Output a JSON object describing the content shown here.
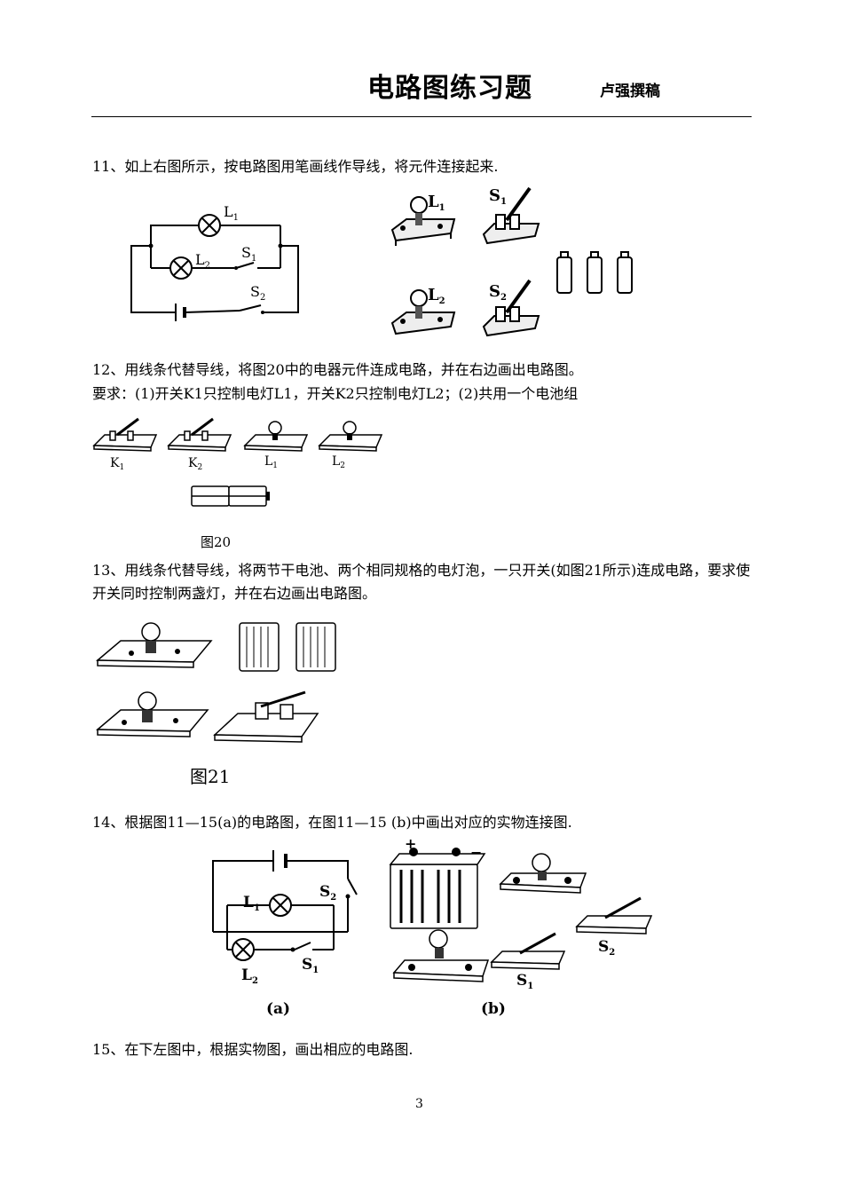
{
  "header": {
    "title": "电路图练习题",
    "author": "卢强撰稿"
  },
  "questions": {
    "q11": "11、如上右图所示，按电路图用笔画线作导线，将元件连接起来.",
    "q12_line1": "12、用线条代替导线，将图20中的电器元件连成电路，并在右边画出电路图。",
    "q12_line2": "要求：(1)开关K1只控制电灯L1，开关K2只控制电灯L2；(2)共用一个电池组",
    "q13": "13、用线条代替导线，将两节干电池、两个相同规格的电灯泡，一只开关(如图21所示)连成电路，要求使开关同时控制两盏灯，并在右边画出电路图。",
    "q14": "14、根据图11—15(a)的电路图，在图11—15 (b)中画出对应的实物连接图.",
    "q15": "15、在下左图中，根据实物图，画出相应的电路图."
  },
  "labels": {
    "q11": {
      "L1": "L",
      "L1_sub": "1",
      "L2": "L",
      "L2_sub": "2",
      "S1": "S",
      "S1_sub": "1",
      "S2": "S",
      "S2_sub": "2"
    },
    "q12": {
      "K1": "K",
      "K1_sub": "1",
      "K2": "K",
      "K2_sub": "2",
      "L1": "L",
      "L1_sub": "1",
      "L2": "L",
      "L2_sub": "2",
      "fig": "图20"
    },
    "q13": {
      "fig": "图21"
    },
    "q14": {
      "L1": "L",
      "L1_sub": "1",
      "L2": "L",
      "L2_sub": "2",
      "S1": "S",
      "S1_sub": "1",
      "S2": "S",
      "S2_sub": "2",
      "plus": "+",
      "minus": "−",
      "cap_a": "(a)",
      "cap_b": "(b)"
    }
  },
  "page_number": "3"
}
